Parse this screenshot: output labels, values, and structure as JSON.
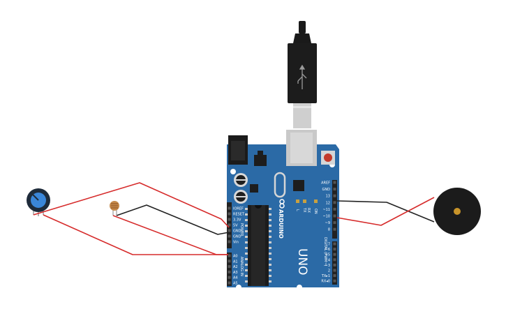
{
  "board": {
    "brand": "ARDUINO",
    "model": "UNO",
    "power_header_title": "POWER",
    "analog_header_title": "ANALOG IN",
    "digital_header_title": "DIGITAL (PWM~)",
    "tx_label": "TX",
    "rx_label": "RX",
    "l_label": "L",
    "on_label": "ON",
    "power_pins": [
      "IOREF",
      "RESET",
      "3.3V",
      "5V",
      "GND",
      "GND",
      "Vin"
    ],
    "analog_pins": [
      "A0",
      "A1",
      "A2",
      "A3",
      "A4",
      "A5"
    ],
    "digital_pins_upper": [
      "AREF",
      "GND",
      "13",
      "12",
      "~11",
      "~10",
      "~9",
      "8"
    ],
    "digital_pins_lower": [
      "7",
      "~6",
      "~5",
      "4",
      "~3",
      "2",
      "TX▸1",
      "RX◂0"
    ],
    "body_color": "#2b6aa6",
    "header_color": "#222222"
  },
  "components": {
    "potentiometer": "potentiometer",
    "photoresistor": "photoresistor",
    "buzzer": "piezo-buzzer",
    "usb_cable": "usb-cable"
  },
  "wires": {
    "red": "#d62b2b",
    "black": "#222222"
  }
}
